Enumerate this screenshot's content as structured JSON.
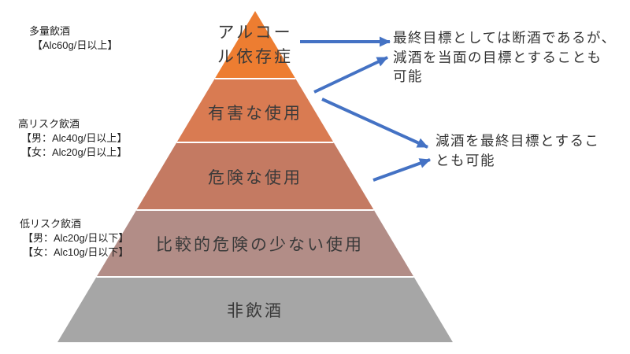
{
  "colors": {
    "arrow": "#4472C4",
    "divider": "#FFFFFF"
  },
  "pyramid": {
    "levels": [
      {
        "lines": [
          "アルコー",
          "ル依存症"
        ],
        "full_label": "アルコール依存症",
        "color": "#ED7D31"
      },
      {
        "lines": [
          "有害な使用"
        ],
        "full_label": "有害な使用",
        "color": "#D97B52"
      },
      {
        "lines": [
          "危険な使用"
        ],
        "full_label": "危険な使用",
        "color": "#C47A62"
      },
      {
        "lines": [
          "比較的危険の少ない使用"
        ],
        "full_label": "比較的危険の少ない使用",
        "color": "#B28D87"
      },
      {
        "lines": [
          "非飲酒"
        ],
        "full_label": "非飲酒",
        "color": "#A6A6A6"
      }
    ]
  },
  "left_labels": [
    {
      "title": "多量飲酒",
      "details": [
        "【Alc60g/日以上】"
      ]
    },
    {
      "title": "高リスク飲酒",
      "details": [
        "【男：Alc40g/日以上】",
        "【女：Alc20g/日以上】"
      ]
    },
    {
      "title": "低リスク飲酒",
      "details": [
        "【男：Alc20g/日以下】",
        "【女：Alc10g/日以下】"
      ]
    }
  ],
  "annotations": [
    {
      "lines": [
        "最終目標としては断酒であるが、",
        "減酒を当面の目標とすることも",
        "可能"
      ],
      "full_text": "最終目標としては断酒であるが、減酒を当面の目標とすることも可能"
    },
    {
      "lines": [
        "減酒を最終目標とするこ",
        "とも可能"
      ],
      "full_text": "減酒を最終目標とすることも可能"
    }
  ]
}
